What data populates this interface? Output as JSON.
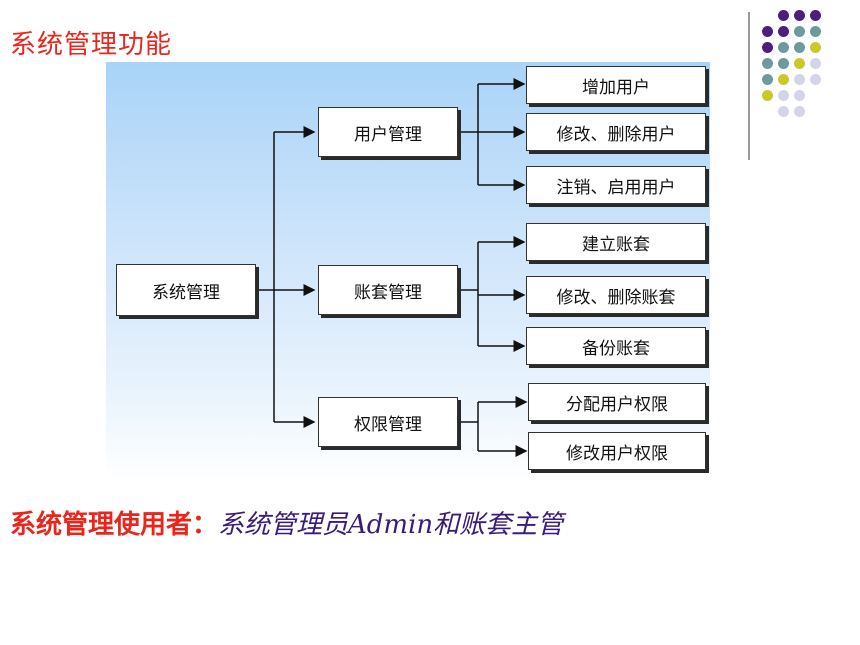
{
  "title": "系统管理功能",
  "diagram": {
    "root": "系统管理",
    "groups": [
      {
        "label": "用户管理",
        "children": [
          "增加用户",
          "修改、删除用户",
          "注销、启用用户"
        ]
      },
      {
        "label": "账套管理",
        "children": [
          "建立账套",
          "修改、删除账套",
          "备份账套"
        ]
      },
      {
        "label": "权限管理",
        "children": [
          "分配用户权限",
          "修改用户权限"
        ]
      }
    ]
  },
  "footer": {
    "label": "系统管理使用者：",
    "value": "系统管理员Admin和账套主管"
  },
  "colors": {
    "title": "#e8261c",
    "footer_value": "#3a1a7a",
    "dot_purple": "#4b1f7a",
    "dot_teal": "#6f9a9c",
    "dot_olive": "#c9c92a",
    "dot_lavender": "#d4d5ea"
  }
}
